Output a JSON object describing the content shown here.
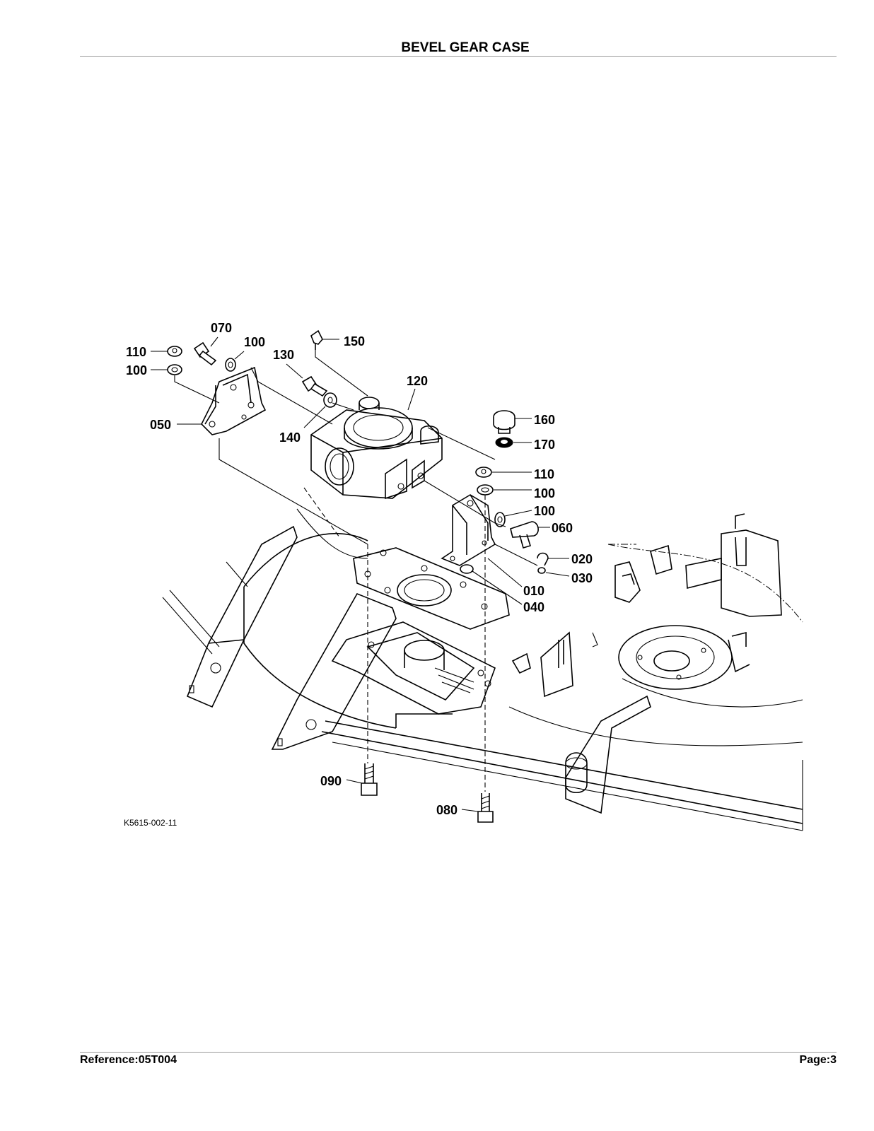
{
  "page": {
    "title": "BEVEL GEAR CASE",
    "reference": "Reference:05T004",
    "page_number": "Page:3"
  },
  "diagram": {
    "drawing_code": "K5615-002-11",
    "callouts": [
      {
        "id": "c070",
        "label": "070"
      },
      {
        "id": "c110a",
        "label": "110"
      },
      {
        "id": "c100a",
        "label": "100"
      },
      {
        "id": "c100b",
        "label": "100"
      },
      {
        "id": "c130",
        "label": "130"
      },
      {
        "id": "c150",
        "label": "150"
      },
      {
        "id": "c120",
        "label": "120"
      },
      {
        "id": "c050",
        "label": "050"
      },
      {
        "id": "c140",
        "label": "140"
      },
      {
        "id": "c160",
        "label": "160"
      },
      {
        "id": "c170",
        "label": "170"
      },
      {
        "id": "c110b",
        "label": "110"
      },
      {
        "id": "c100c",
        "label": "100"
      },
      {
        "id": "c100d",
        "label": "100"
      },
      {
        "id": "c060",
        "label": "060"
      },
      {
        "id": "c020",
        "label": "020"
      },
      {
        "id": "c030",
        "label": "030"
      },
      {
        "id": "c010",
        "label": "010"
      },
      {
        "id": "c040",
        "label": "040"
      },
      {
        "id": "c090",
        "label": "090"
      },
      {
        "id": "c080",
        "label": "080"
      }
    ]
  }
}
